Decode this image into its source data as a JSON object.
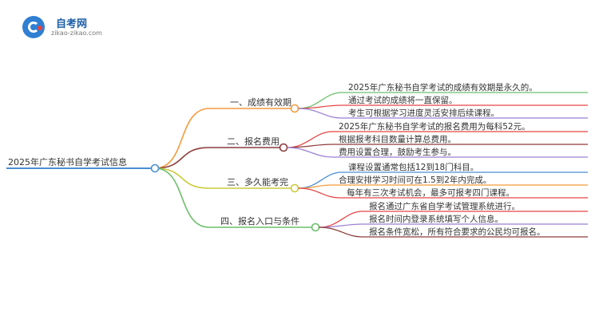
{
  "logo": {
    "brand": "自考网",
    "site": "zikao-zikao.com"
  },
  "root": {
    "label": "2025年广东秘书自学考试信息"
  },
  "colors": {
    "root": "#4a8fd4",
    "branches": [
      "#f39a3a",
      "#8c3b3b",
      "#c9cc3a",
      "#6cbf6a"
    ],
    "leaves": [
      [
        "#6cbf6a",
        "#e64545",
        "#9b7fd4"
      ],
      [
        "#e64545",
        "#8c3b3b",
        "#9b7fd4"
      ],
      [
        "#4a8fd4",
        "#f39a3a",
        "#e64545"
      ],
      [
        "#e64545",
        "#9b7fd4",
        "#8c3b3b"
      ]
    ]
  },
  "branches": [
    {
      "label": "一、成绩有效期",
      "leaves": [
        "2025年广东秘书自学考试的成绩有效期是永久的。",
        "通过考试的成绩将一直保留。",
        "考生可根据学习进度灵活安排后续课程。"
      ]
    },
    {
      "label": "二、报名费用",
      "leaves": [
        "2025年广东秘书自学考试的报名费用为每科52元。",
        "根据报考科目数量计算总费用。",
        "费用设置合理，鼓励考生参与。"
      ]
    },
    {
      "label": "三、多久能考完",
      "leaves": [
        "课程设置通常包括12到18门科目。",
        "合理安排学习时间可在1.5到2年内完成。",
        "每年有三次考试机会，最多可报考四门课程。"
      ]
    },
    {
      "label": "四、报名入口与条件",
      "leaves": [
        "报名通过广东省自学考试管理系统进行。",
        "报名时间内登录系统填写个人信息。",
        "报名条件宽松，所有符合要求的公民均可报名。"
      ]
    }
  ]
}
